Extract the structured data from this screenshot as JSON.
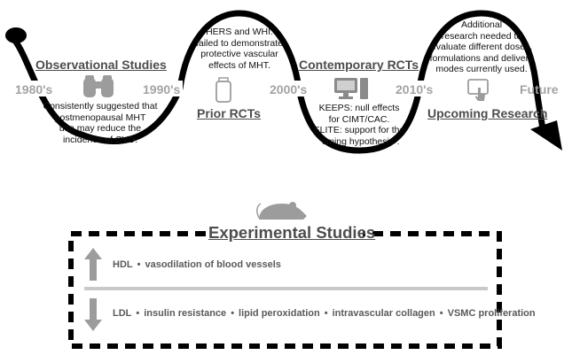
{
  "timeline": {
    "eras": [
      "1980's",
      "1990's",
      "2000's",
      "2010's",
      "Future"
    ],
    "phases": [
      {
        "heading": "Observational Studies",
        "icon": "binoculars-icon",
        "text": [
          "Consistently suggested that",
          "postmenopausal MHT",
          "use may reduce the",
          "incidence of CVD."
        ]
      },
      {
        "heading": "Prior RCTs",
        "icon": "pill-bottle-icon",
        "text": [
          "HERS and WHI:",
          "failed to demonstrate",
          "protective vascular",
          "effects of MHT."
        ]
      },
      {
        "heading": "Contemporary RCTs",
        "icon": "computer-icon",
        "text": [
          "KEEPS: null effects",
          "for CIMT/CAC.",
          "ELITE: support for the",
          "“timing hypothesis”."
        ]
      },
      {
        "heading": "Upcoming Research",
        "icon": "tablet-touch-icon",
        "text": [
          "Additional",
          "research needed to",
          "evaluate different doses,",
          "formulations and delivery",
          "modes currently used."
        ]
      }
    ]
  },
  "experimental": {
    "icon": "mouse-icon",
    "title": "Experimental Studies",
    "increased": {
      "icon": "arrow-up-icon",
      "items": [
        "HDL",
        "vasodilation of blood vessels"
      ]
    },
    "decreased": {
      "icon": "arrow-down-icon",
      "items": [
        "LDL",
        "insulin resistance",
        "lipid peroxidation",
        "intravascular collagen",
        "VSMC proliferation"
      ]
    }
  }
}
